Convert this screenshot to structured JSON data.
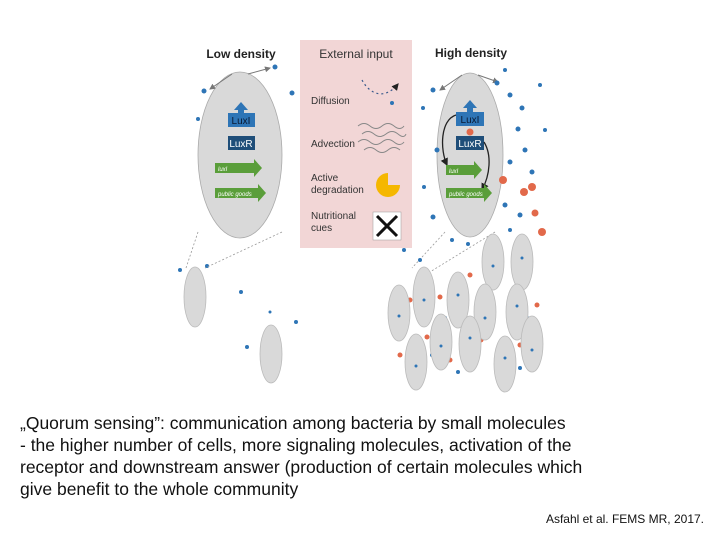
{
  "figure": {
    "low_density_label": "Low density",
    "high_density_label": "High density",
    "external_input_label": "External input",
    "legend": [
      "Diffusion",
      "Advection",
      "Active degradation",
      "Nutritional cues"
    ],
    "luxI_label": "LuxI",
    "luxR_label": "LuxR",
    "gene1_label": "luxI",
    "gene2_label": "public goods"
  },
  "caption": {
    "line1": "„Quorum sensing”: communication among bacteria by small molecules",
    "line2": "- the higher number of cells, more signaling molecules, activation of the",
    "line3": "receptor and downstream answer (production of certain molecules which",
    "line4": "give benefit to the whole community"
  },
  "citation": "Asfahl et al. FEMS MR, 2017.",
  "colors": {
    "panel": "#f2d6d6",
    "cell": "#d9d9d9",
    "luxI": "#2e75b6",
    "luxR": "#1f4e79",
    "gene": "#5a9e3a",
    "ahl": "#2e75b6",
    "product": "#e2694a",
    "degradation": "#f5b700"
  }
}
